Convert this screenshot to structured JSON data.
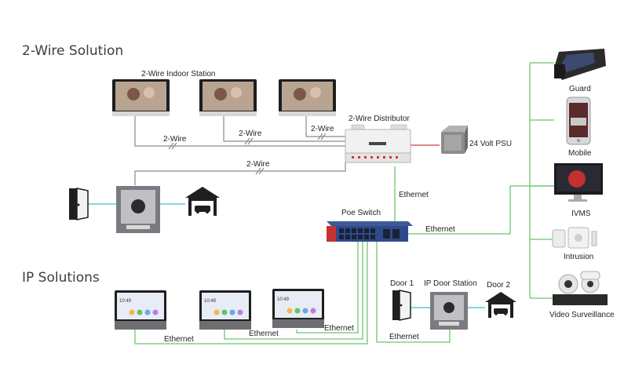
{
  "titles": {
    "two_wire": "2-Wire Solution",
    "ip": "IP Solutions"
  },
  "labels": {
    "indoor_station": "2-Wire Indoor Station",
    "distributor": "2-Wire Distributor",
    "psu": "24 Volt PSU",
    "wire1": "2-Wire",
    "wire2": "2-Wire",
    "wire3": "2-Wire",
    "wire4": "2-Wire",
    "ethernet_distributor": "Ethernet",
    "poe_switch": "Poe Switch",
    "ethernet_switch": "Ethernet",
    "door1": "Door 1",
    "ip_door_station": "IP Door Station",
    "door2": "Door 2",
    "ethernet_ip1": "Ethernet",
    "ethernet_ip2": "Ethernet",
    "ethernet_ip3": "Ethernet",
    "ethernet_door": "Ethernet",
    "guard": "Guard",
    "mobile": "Mobile",
    "ivms": "IVMS",
    "intrusion": "Intrusion",
    "video_surveillance": "Video Surveillance"
  },
  "ip_screen": {
    "time": "10:49"
  },
  "colors": {
    "ethernet": "#6cc56a",
    "two_wire": "#8a8a8a",
    "door_link": "#38bfd0",
    "power": "#d83a3a",
    "switch_body": "#2e4a8c"
  }
}
